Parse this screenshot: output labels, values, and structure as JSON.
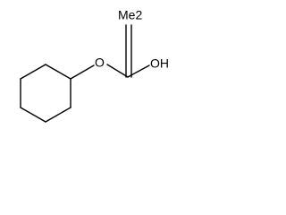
{
  "molecule": {
    "labels": {
      "oxygen_ether": "O",
      "hydroxyl": "OH",
      "substituent": "Me2"
    }
  }
}
